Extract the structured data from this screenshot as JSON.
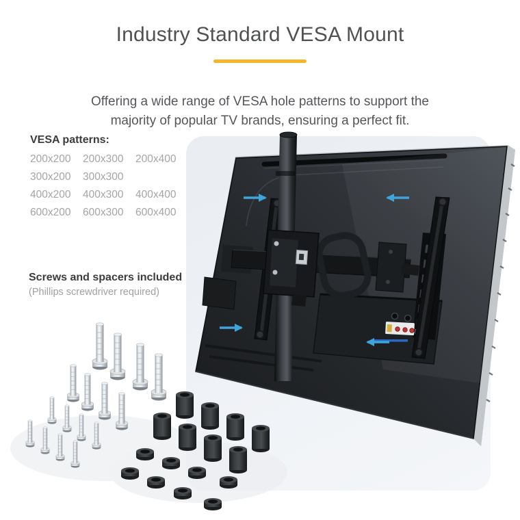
{
  "header": {
    "title": "Industry Standard VESA Mount",
    "subtitle_line1": "Offering a wide range of VESA hole patterns to support the",
    "subtitle_line2": "majority of popular TV brands, ensuring a perfect fit."
  },
  "vesa": {
    "label": "VESA patterns:",
    "rows": [
      [
        "200x200",
        "200x300",
        "200x400"
      ],
      [
        "300x200",
        "300x300",
        ""
      ],
      [
        "400x200",
        "400x300",
        "400x400"
      ],
      [
        "600x200",
        "600x300",
        "600x400"
      ]
    ]
  },
  "hardware": {
    "title": "Screws and spacers included",
    "note": "(Phillips screwdriver required)"
  },
  "colors": {
    "accent_underline": "#F6B42B",
    "arrow_blue": "#3FA3DC",
    "card_background": "#EDF0F4",
    "tv_dark": "#24272A"
  }
}
